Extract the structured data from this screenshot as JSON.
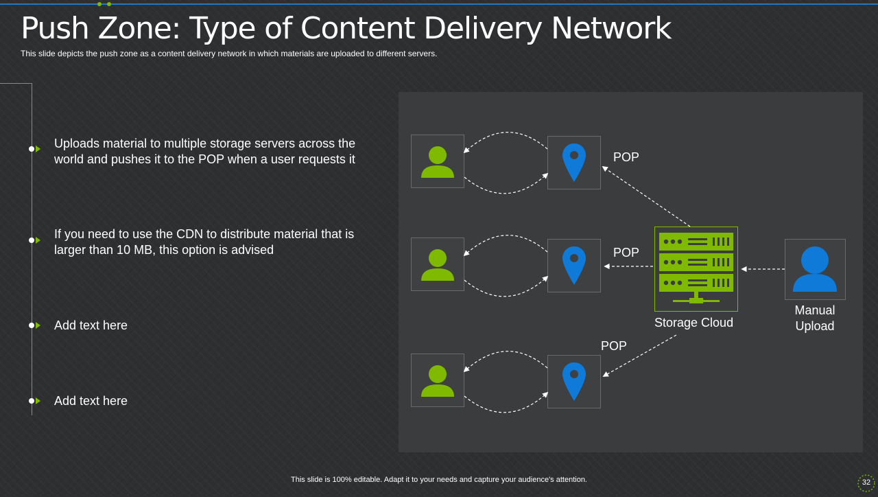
{
  "slide": {
    "title": "Push Zone: Type of Content Delivery Network",
    "subtitle": "This slide depicts the push zone as a content delivery network in which materials are uploaded to different  servers.",
    "footer": "This slide is 100% editable. Adapt it to your needs and capture your audience's attention.",
    "page_number": "32"
  },
  "bullets": [
    {
      "text": "Uploads material to multiple storage servers across the world and pushes it to the POP when a user requests it"
    },
    {
      "text": "If you need to use the CDN to distribute material that is larger than 10 MB, this option is advised"
    },
    {
      "text": "Add text here"
    },
    {
      "text": "Add text here"
    }
  ],
  "diagram": {
    "pop_labels": [
      "POP",
      "POP",
      "POP"
    ],
    "storage_label": "Storage Cloud",
    "upload_label_line1": "Manual",
    "upload_label_line2": "Upload"
  },
  "colors": {
    "accent_green": "#7fba00",
    "accent_blue": "#0f7ad8",
    "top_line_blue": "#1f78c8"
  },
  "icons": [
    "user-icon",
    "location-pin-icon",
    "server-icon",
    "user-icon-blue"
  ]
}
